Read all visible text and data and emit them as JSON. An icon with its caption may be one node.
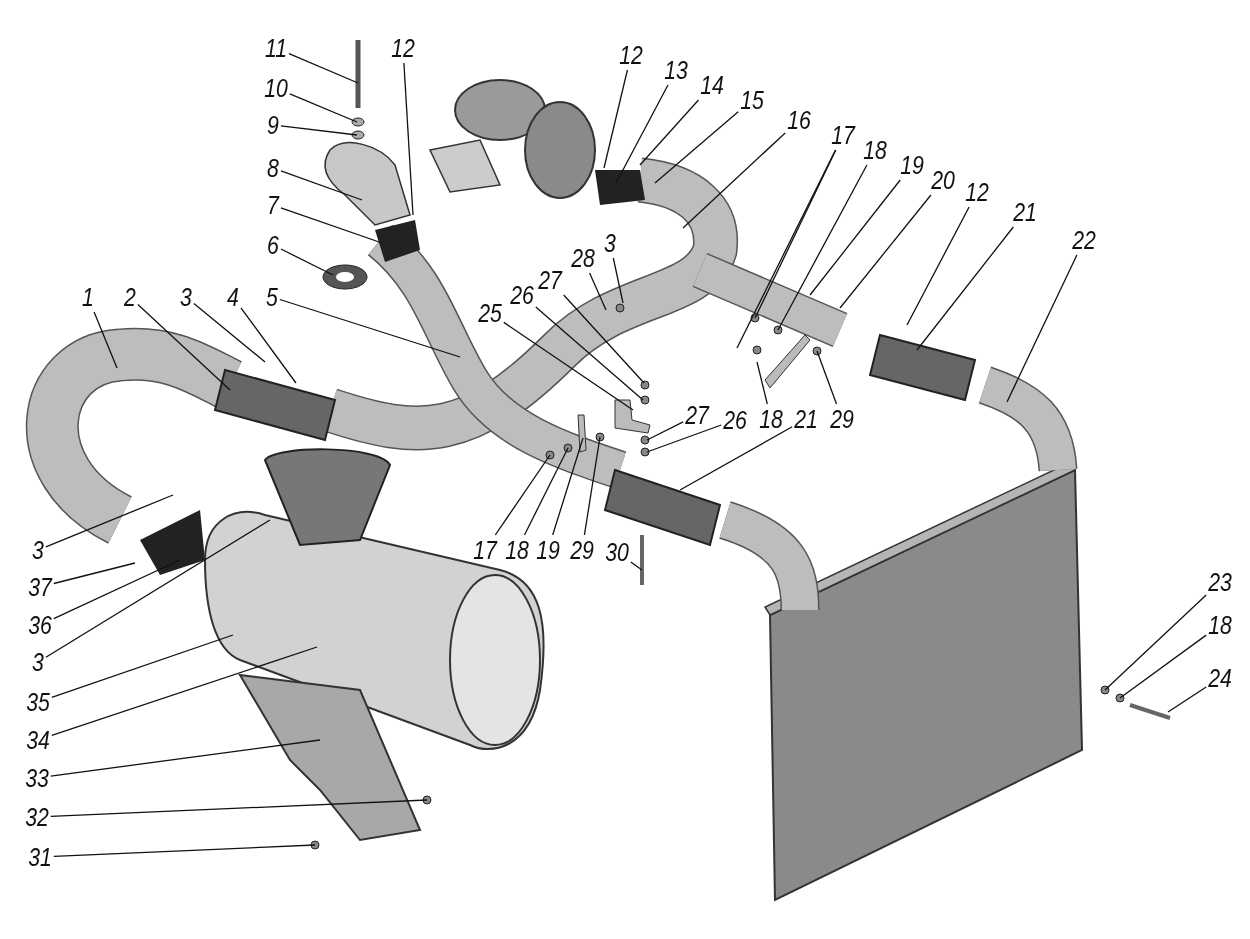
{
  "diagram": {
    "nodes": [
      {
        "text": [
          "11"
        ]
      },
      {
        "text": [
          "10"
        ]
      },
      {
        "text": [
          "9"
        ]
      },
      {
        "text": [
          "8"
        ]
      },
      {
        "text": [
          "7"
        ]
      },
      {
        "text": [
          "6"
        ]
      },
      {
        "text": [
          "12"
        ]
      },
      {
        "text": [
          "1"
        ]
      },
      {
        "text": [
          "2"
        ]
      },
      {
        "text": [
          "3"
        ]
      },
      {
        "text": [
          "4"
        ]
      },
      {
        "text": [
          "5"
        ]
      },
      {
        "text": [
          "12"
        ]
      },
      {
        "text": [
          "13"
        ]
      },
      {
        "text": [
          "14"
        ]
      },
      {
        "text": [
          "15"
        ]
      },
      {
        "text": [
          "16"
        ]
      },
      {
        "text": [
          "17"
        ]
      },
      {
        "text": [
          "18"
        ]
      },
      {
        "text": [
          "19"
        ]
      },
      {
        "text": [
          "20"
        ]
      },
      {
        "text": [
          "12"
        ]
      },
      {
        "text": [
          "21"
        ]
      },
      {
        "text": [
          "22"
        ]
      },
      {
        "text": [
          "28"
        ]
      },
      {
        "text": [
          "3"
        ]
      },
      {
        "text": [
          "27"
        ]
      },
      {
        "text": [
          "26"
        ]
      },
      {
        "text": [
          "25"
        ]
      },
      {
        "text": [
          "27"
        ]
      },
      {
        "text": [
          "26"
        ]
      },
      {
        "text": [
          "18"
        ]
      },
      {
        "text": [
          "29"
        ]
      },
      {
        "text": [
          "21"
        ]
      },
      {
        "text": [
          "17"
        ]
      },
      {
        "text": [
          "18"
        ]
      },
      {
        "text": [
          "19"
        ]
      },
      {
        "text": [
          "29"
        ]
      },
      {
        "text": [
          "30"
        ]
      },
      {
        "text": [
          "3"
        ]
      },
      {
        "text": [
          "37"
        ]
      },
      {
        "text": [
          "36"
        ]
      },
      {
        "text": [
          "3"
        ]
      },
      {
        "text": [
          "35"
        ]
      },
      {
        "text": [
          "34"
        ]
      },
      {
        "text": [
          "33"
        ]
      },
      {
        "text": [
          "32"
        ]
      },
      {
        "text": [
          "31"
        ]
      },
      {
        "text": [
          "23"
        ]
      },
      {
        "text": [
          "18"
        ]
      },
      {
        "text": [
          "24"
        ]
      }
    ],
    "edges": [
      {
        "from": 0,
        "to": null,
        "arrow": "none"
      },
      {
        "from": 1,
        "to": null,
        "arrow": "none"
      },
      {
        "from": 2,
        "to": null,
        "arrow": "none"
      },
      {
        "from": 3,
        "to": null,
        "arrow": "none"
      },
      {
        "from": 4,
        "to": null,
        "arrow": "none"
      },
      {
        "from": 5,
        "to": null,
        "arrow": "none"
      },
      {
        "from": 6,
        "to": null,
        "arrow": "none"
      },
      {
        "from": 7,
        "to": null,
        "arrow": "none"
      },
      {
        "from": 8,
        "to": null,
        "arrow": "none"
      },
      {
        "from": 9,
        "to": null,
        "arrow": "none"
      },
      {
        "from": 10,
        "to": null,
        "arrow": "none"
      },
      {
        "from": 11,
        "to": null,
        "arrow": "none"
      },
      {
        "from": 12,
        "to": null,
        "arrow": "none"
      },
      {
        "from": 13,
        "to": null,
        "arrow": "none"
      },
      {
        "from": 14,
        "to": null,
        "arrow": "none"
      },
      {
        "from": 15,
        "to": null,
        "arrow": "none"
      },
      {
        "from": 16,
        "to": null,
        "arrow": "none"
      },
      {
        "from": 17,
        "to": null,
        "arrow": "none"
      },
      {
        "from": 17,
        "to": null,
        "arrow": "none"
      },
      {
        "from": 18,
        "to": null,
        "arrow": "none"
      },
      {
        "from": 19,
        "to": null,
        "arrow": "none"
      },
      {
        "from": 20,
        "to": null,
        "arrow": "none"
      },
      {
        "from": 21,
        "to": null,
        "arrow": "none"
      },
      {
        "from": 22,
        "to": null,
        "arrow": "none"
      },
      {
        "from": 23,
        "to": null,
        "arrow": "none"
      },
      {
        "from": 24,
        "to": null,
        "arrow": "none"
      },
      {
        "from": 25,
        "to": null,
        "arrow": "none"
      },
      {
        "from": 26,
        "to": null,
        "arrow": "none"
      },
      {
        "from": 27,
        "to": null,
        "arrow": "none"
      },
      {
        "from": 28,
        "to": null,
        "arrow": "none"
      },
      {
        "from": 29,
        "to": null,
        "arrow": "none"
      },
      {
        "from": 30,
        "to": null,
        "arrow": "none"
      },
      {
        "from": 31,
        "to": null,
        "arrow": "none"
      },
      {
        "from": 32,
        "to": null,
        "arrow": "none"
      },
      {
        "from": 33,
        "to": null,
        "arrow": "none"
      },
      {
        "from": 34,
        "to": null,
        "arrow": "none"
      },
      {
        "from": 35,
        "to": null,
        "arrow": "none"
      },
      {
        "from": 36,
        "to": null,
        "arrow": "none"
      },
      {
        "from": 37,
        "to": null,
        "arrow": "none"
      },
      {
        "from": 38,
        "to": null,
        "arrow": "none"
      },
      {
        "from": 39,
        "to": null,
        "arrow": "none"
      },
      {
        "from": 40,
        "to": null,
        "arrow": "none"
      },
      {
        "from": 41,
        "to": null,
        "arrow": "none"
      },
      {
        "from": 42,
        "to": null,
        "arrow": "none"
      },
      {
        "from": 43,
        "to": null,
        "arrow": "none"
      },
      {
        "from": 44,
        "to": null,
        "arrow": "none"
      },
      {
        "from": 45,
        "to": null,
        "arrow": "none"
      },
      {
        "from": 46,
        "to": null,
        "arrow": "none"
      },
      {
        "from": 47,
        "to": null,
        "arrow": "none"
      },
      {
        "from": 48,
        "to": null,
        "arrow": "none"
      },
      {
        "from": 49,
        "to": null,
        "arrow": "none"
      },
      {
        "from": 50,
        "to": null,
        "arrow": "none"
      }
    ]
  }
}
